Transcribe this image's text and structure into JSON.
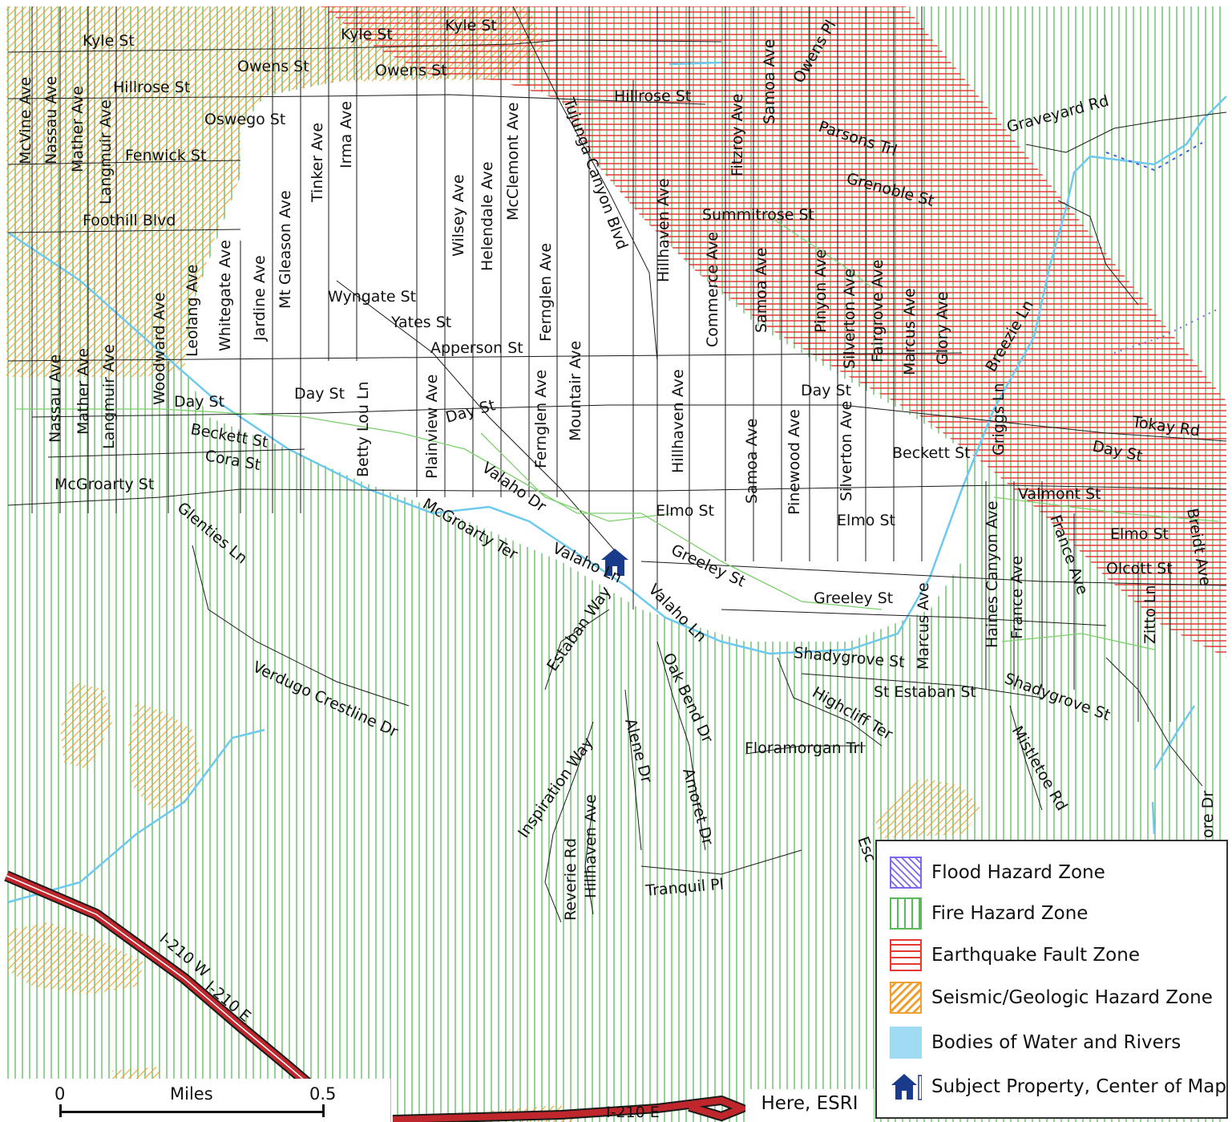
{
  "legend": {
    "items": [
      {
        "label": "Flood Hazard Zone",
        "color": "#7b68ee",
        "pattern": "diagonal-hatch"
      },
      {
        "label": "Fire Hazard Zone",
        "color": "#5cb85c",
        "pattern": "vertical-lines"
      },
      {
        "label": "Earthquake Fault Zone",
        "color": "#e53935",
        "pattern": "horizontal-lines"
      },
      {
        "label": "Seismic/Geologic Hazard Zone",
        "color": "#f0a030",
        "pattern": "diagonal-hatch"
      },
      {
        "label": "Bodies of Water and Rivers",
        "color": "#9fdcf3",
        "pattern": "solid"
      },
      {
        "label": "Subject Property, Center of Map",
        "color": "#1a3a8c",
        "icon": "house-icon"
      }
    ]
  },
  "scale": {
    "start": "0",
    "unit": "Miles",
    "end": "0.5"
  },
  "credit": "Here, ESRI",
  "highways": {
    "i210w": "I-210 W",
    "i210e": "I-210 E",
    "i210e_bottom": "I-210 E"
  },
  "colors": {
    "fire": "#5cb85c",
    "quake": "#e53935",
    "seismic": "#f0a030",
    "water": "#6ec9ee",
    "road": "#1a1a1a",
    "highway": "#c0272d",
    "property": "#1a3a8c"
  },
  "streets": [
    {
      "text": "Kyle St"
    },
    {
      "text": "Kyle St"
    },
    {
      "text": "Kyle St"
    },
    {
      "text": "Owens St"
    },
    {
      "text": "Owens St"
    },
    {
      "text": "Hillrose St"
    },
    {
      "text": "Hillrose St"
    },
    {
      "text": "Oswego St"
    },
    {
      "text": "Fenwick St"
    },
    {
      "text": "Foothill Blvd"
    },
    {
      "text": "McVine Ave"
    },
    {
      "text": "Nassau Ave"
    },
    {
      "text": "Mather Ave"
    },
    {
      "text": "Langmuir Ave"
    },
    {
      "text": "Tinker Ave"
    },
    {
      "text": "Irma Ave"
    },
    {
      "text": "Mt Gleason Ave"
    },
    {
      "text": "Jardine Ave"
    },
    {
      "text": "Whitegate Ave"
    },
    {
      "text": "Leolang Ave"
    },
    {
      "text": "Woodward Ave"
    },
    {
      "text": "Nassau Ave"
    },
    {
      "text": "Mather Ave"
    },
    {
      "text": "Langmuir Ave"
    },
    {
      "text": "Wyngate St"
    },
    {
      "text": "Yates St"
    },
    {
      "text": "Apperson St"
    },
    {
      "text": "Wilsey Ave"
    },
    {
      "text": "Helendale Ave"
    },
    {
      "text": "McClemont Ave"
    },
    {
      "text": "Tujunga Canyon Blvd"
    },
    {
      "text": "Fernglen Ave"
    },
    {
      "text": "Fernglen Ave"
    },
    {
      "text": "Mountair Ave"
    },
    {
      "text": "Hillhaven Ave"
    },
    {
      "text": "Hillhaven Ave"
    },
    {
      "text": "Commerce Ave"
    },
    {
      "text": "Fitzroy Ave"
    },
    {
      "text": "Samoa Ave"
    },
    {
      "text": "Samoa Ave"
    },
    {
      "text": "Samoa Ave"
    },
    {
      "text": "Owens Pl"
    },
    {
      "text": "Parsons Trl"
    },
    {
      "text": "Grenoble St"
    },
    {
      "text": "Summitrose St"
    },
    {
      "text": "Graveyard Rd"
    },
    {
      "text": "Pinyon Ave"
    },
    {
      "text": "Silverton Ave"
    },
    {
      "text": "Silverton Ave"
    },
    {
      "text": "Fairgrove Ave"
    },
    {
      "text": "Marcus Ave"
    },
    {
      "text": "Marcus Ave"
    },
    {
      "text": "Glory Ave"
    },
    {
      "text": "Breezie Ln"
    },
    {
      "text": "Griggs Ln"
    },
    {
      "text": "Tokay Rd"
    },
    {
      "text": "Day St"
    },
    {
      "text": "Day St"
    },
    {
      "text": "Day St"
    },
    {
      "text": "Day St"
    },
    {
      "text": "Day St"
    },
    {
      "text": "Beckett St"
    },
    {
      "text": "Beckett St"
    },
    {
      "text": "Cora St"
    },
    {
      "text": "McGroarty St"
    },
    {
      "text": "Betty Lou Ln"
    },
    {
      "text": "Plainview Ave"
    },
    {
      "text": "Valaho Dr"
    },
    {
      "text": "McGroarty Ter"
    },
    {
      "text": "Glenties Ln"
    },
    {
      "text": "Valaho Ln"
    },
    {
      "text": "Valaho Ln"
    },
    {
      "text": "Elmo St"
    },
    {
      "text": "Elmo St"
    },
    {
      "text": "Elmo St"
    },
    {
      "text": "Greeley St"
    },
    {
      "text": "Greeley St"
    },
    {
      "text": "Pinewood Ave"
    },
    {
      "text": "Valmont St"
    },
    {
      "text": "France Ave"
    },
    {
      "text": "France Ave"
    },
    {
      "text": "Breidt Ave"
    },
    {
      "text": "Olcott St"
    },
    {
      "text": "Zitto Ln"
    },
    {
      "text": "Haines Canyon Ave"
    },
    {
      "text": "Shadygrove St"
    },
    {
      "text": "Shadygrove St"
    },
    {
      "text": "St Estaban St"
    },
    {
      "text": "Highcliff Ter"
    },
    {
      "text": "Floramorgan Trl"
    },
    {
      "text": "Mistletoe Rd"
    },
    {
      "text": "Estaban Way"
    },
    {
      "text": "Oak Bend Dr"
    },
    {
      "text": "Alene Dr"
    },
    {
      "text": "Amoret Dr"
    },
    {
      "text": "Inspiration Way"
    },
    {
      "text": "Hillhaven Ave"
    },
    {
      "text": "Reverie Rd"
    },
    {
      "text": "Tranquil Pl"
    },
    {
      "text": "Verdugo Crestline Dr"
    },
    {
      "text": "ore Dr"
    },
    {
      "text": "Esc"
    }
  ]
}
